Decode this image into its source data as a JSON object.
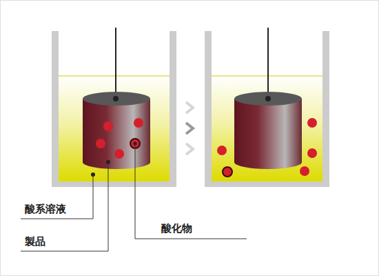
{
  "diagram": {
    "labels": [
      "酸系溶液",
      "製品",
      "酸化物"
    ]
  }
}
